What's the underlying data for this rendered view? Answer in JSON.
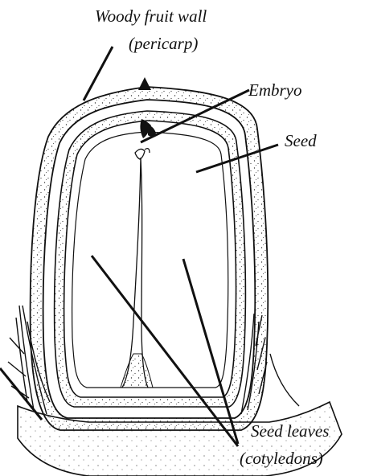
{
  "labels": {
    "fruit_wall_line1": "Woody fruit wall",
    "fruit_wall_line2": "(pericarp)",
    "embryo": "Embryo",
    "seed": "Seed",
    "seed_leaves_line1": "Seed leaves",
    "seed_leaves_line2": "(cotyledons)"
  },
  "colors": {
    "ink": "#111111",
    "background": "#ffffff",
    "stipple": "#333333"
  }
}
